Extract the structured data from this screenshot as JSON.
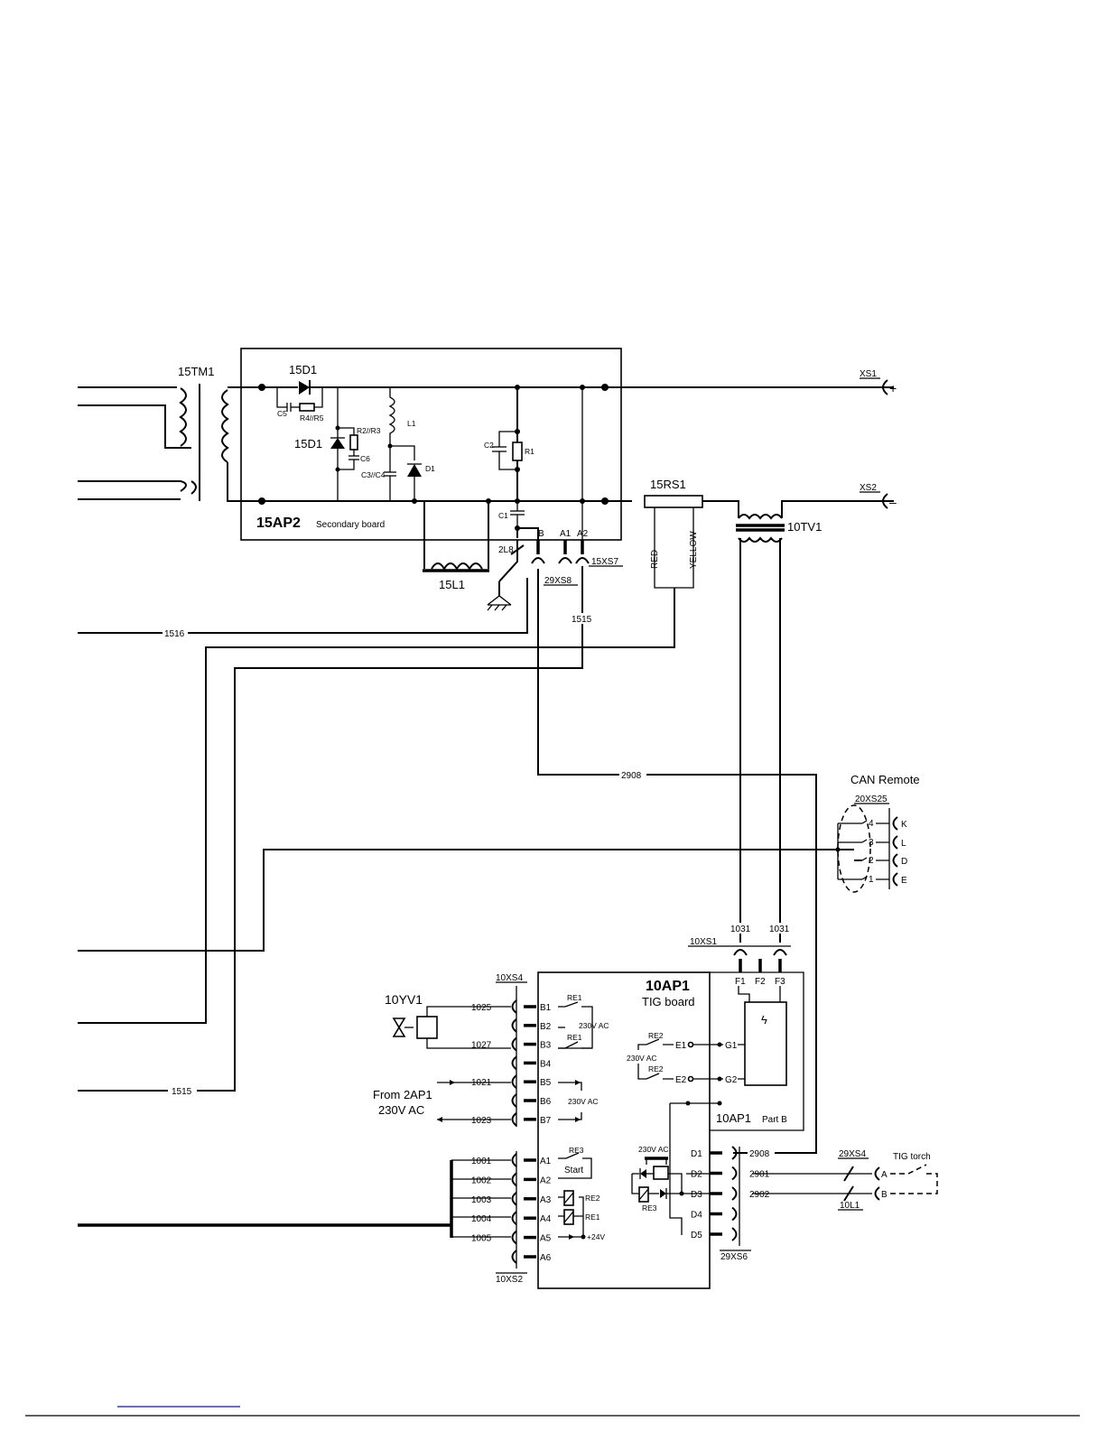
{
  "transformer": {
    "ref": "15TM1"
  },
  "secondary_board": {
    "ref": "15AP2",
    "subtitle": "Secondary board",
    "components": {
      "diode_main": "15D1",
      "diode_free": "15D1",
      "c5": "C5",
      "r4r5": "R4//R5",
      "r2r3": "R2//R3",
      "c6": "C6",
      "c3c4": "C3//C4",
      "l1": "L1",
      "d1": "D1",
      "c2": "C2",
      "r1": "R1",
      "c1": "C1"
    },
    "pins": {
      "b": "B",
      "a1": "A1",
      "a2": "A2"
    }
  },
  "choke": {
    "ref": "15L1"
  },
  "switch_2l8": {
    "ref": "2L8"
  },
  "connector_29xs8": {
    "ref": "29XS8"
  },
  "connector_15xs7": {
    "ref": "15XS7"
  },
  "shunt": {
    "ref": "15RS1",
    "wire_red": "RED",
    "wire_yellow": "YELLOW"
  },
  "current_transformer": {
    "ref": "10TV1"
  },
  "outputs": {
    "xs1": "XS1",
    "xs1_sign": "+",
    "xs2": "XS2",
    "xs2_sign": "–"
  },
  "wires": {
    "w1516": "1516",
    "w1515_top": "1515",
    "w1515_bottom": "1515",
    "w2908_mid": "2908",
    "w1031_left": "1031",
    "w1031_right": "1031"
  },
  "can_remote": {
    "title": "CAN Remote",
    "connector": "20XS25",
    "pins": [
      {
        "num": "4",
        "letter": "K"
      },
      {
        "num": "3",
        "letter": "L"
      },
      {
        "num": "2",
        "letter": "D"
      },
      {
        "num": "1",
        "letter": "E"
      }
    ]
  },
  "connector_10xs1": {
    "ref": "10XS1",
    "pins": [
      "F1",
      "F2",
      "F3"
    ]
  },
  "tig_board": {
    "ref": "10AP1",
    "subtitle": "TIG board",
    "part_b": "10AP1",
    "part_b_suffix": "Part B",
    "g_pins": [
      "G1",
      "G2"
    ],
    "e_pins": [
      "E1",
      "E2"
    ],
    "relay_labels": {
      "re1_top": "RE1",
      "re1_mid": "RE1",
      "re2_top": "RE2",
      "re2_mid": "RE2",
      "re3": "RE3",
      "re3_coil": "RE3",
      "re2_coil": "RE2",
      "re1_coil": "RE1"
    },
    "voltages": {
      "v230_b": "230V AC",
      "v230_e": "230V AC",
      "v230_b6": "230V AC",
      "v230_d": "230V AC",
      "v24": "+24V"
    },
    "start_label": "Start",
    "high_voltage_symbol": "ϟ"
  },
  "connector_10xs4": {
    "ref": "10XS4",
    "rows": [
      {
        "pin": "B1",
        "wire": "1025"
      },
      {
        "pin": "B2",
        "wire": ""
      },
      {
        "pin": "B3",
        "wire": "1027"
      },
      {
        "pin": "B4",
        "wire": ""
      },
      {
        "pin": "B5",
        "wire": "1021"
      },
      {
        "pin": "B6",
        "wire": ""
      },
      {
        "pin": "B7",
        "wire": "1023"
      }
    ]
  },
  "connector_10xs2": {
    "ref": "10XS2",
    "rows": [
      {
        "pin": "A1",
        "wire": "1001"
      },
      {
        "pin": "A2",
        "wire": "1002"
      },
      {
        "pin": "A3",
        "wire": "1003"
      },
      {
        "pin": "A4",
        "wire": "1004"
      },
      {
        "pin": "A5",
        "wire": "1005"
      },
      {
        "pin": "A6",
        "wire": ""
      }
    ]
  },
  "connector_29xs6": {
    "ref": "29XS6",
    "rows": [
      {
        "pin": "D1",
        "wire": "2908"
      },
      {
        "pin": "D2",
        "wire": "2901"
      },
      {
        "pin": "D3",
        "wire": "2902"
      },
      {
        "pin": "D4",
        "wire": ""
      },
      {
        "pin": "D5",
        "wire": ""
      }
    ]
  },
  "valve": {
    "ref": "10YV1"
  },
  "from_2ap1": {
    "line1": "From 2AP1",
    "line2": "230V AC"
  },
  "torch": {
    "title": "TIG torch",
    "connector": "29XS4",
    "choke": "10L1",
    "pin_a": "A",
    "pin_b": "B"
  }
}
